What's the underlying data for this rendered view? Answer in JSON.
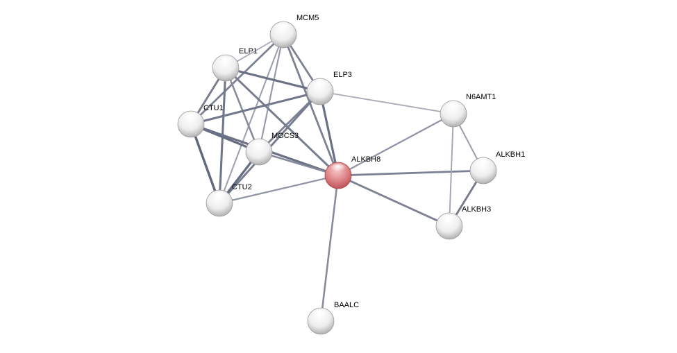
{
  "network": {
    "nodes": [
      {
        "id": "MCM5",
        "label": "MCM5",
        "color": "white"
      },
      {
        "id": "ELP1",
        "label": "ELP1",
        "color": "white"
      },
      {
        "id": "ELP3",
        "label": "ELP3",
        "color": "white"
      },
      {
        "id": "CTU1",
        "label": "CTU1",
        "color": "white"
      },
      {
        "id": "MOCS3",
        "label": "MOCS3",
        "color": "white"
      },
      {
        "id": "ALKBH8",
        "label": "ALKBH8",
        "color": "red"
      },
      {
        "id": "CTU2",
        "label": "CTU2",
        "color": "white"
      },
      {
        "id": "N6AMT1",
        "label": "N6AMT1",
        "color": "white"
      },
      {
        "id": "ALKBH1",
        "label": "ALKBH1",
        "color": "white"
      },
      {
        "id": "ALKBH3",
        "label": "ALKBH3",
        "color": "white"
      },
      {
        "id": "BAALC",
        "label": "BAALC",
        "color": "white"
      }
    ],
    "edges": [
      {
        "source": "MCM5",
        "target": "ELP1",
        "strength": 0.3
      },
      {
        "source": "MCM5",
        "target": "ELP3",
        "strength": 0.7
      },
      {
        "source": "MCM5",
        "target": "CTU1",
        "strength": 0.7
      },
      {
        "source": "MCM5",
        "target": "MOCS3",
        "strength": 0.45
      },
      {
        "source": "MCM5",
        "target": "CTU2",
        "strength": 0.4
      },
      {
        "source": "MCM5",
        "target": "ALKBH8",
        "strength": 0.7
      },
      {
        "source": "ELP1",
        "target": "ELP3",
        "strength": 0.85
      },
      {
        "source": "ELP1",
        "target": "CTU1",
        "strength": 0.75
      },
      {
        "source": "ELP1",
        "target": "MOCS3",
        "strength": 0.6
      },
      {
        "source": "ELP1",
        "target": "CTU2",
        "strength": 0.8
      },
      {
        "source": "ELP1",
        "target": "ALKBH8",
        "strength": 0.75
      },
      {
        "source": "ELP3",
        "target": "CTU1",
        "strength": 0.8
      },
      {
        "source": "ELP3",
        "target": "MOCS3",
        "strength": 0.7
      },
      {
        "source": "ELP3",
        "target": "CTU2",
        "strength": 0.75
      },
      {
        "source": "ELP3",
        "target": "ALKBH8",
        "strength": 0.85
      },
      {
        "source": "ELP3",
        "target": "N6AMT1",
        "strength": 0.3
      },
      {
        "source": "CTU1",
        "target": "MOCS3",
        "strength": 0.9
      },
      {
        "source": "CTU1",
        "target": "CTU2",
        "strength": 0.95
      },
      {
        "source": "CTU1",
        "target": "ALKBH8",
        "strength": 0.85
      },
      {
        "source": "MOCS3",
        "target": "CTU2",
        "strength": 0.9
      },
      {
        "source": "MOCS3",
        "target": "ALKBH8",
        "strength": 0.6
      },
      {
        "source": "CTU2",
        "target": "ALKBH8",
        "strength": 0.5
      },
      {
        "source": "ALKBH8",
        "target": "N6AMT1",
        "strength": 0.5
      },
      {
        "source": "ALKBH8",
        "target": "ALKBH1",
        "strength": 0.7
      },
      {
        "source": "ALKBH8",
        "target": "ALKBH3",
        "strength": 0.7
      },
      {
        "source": "ALKBH8",
        "target": "BAALC",
        "strength": 0.6
      },
      {
        "source": "N6AMT1",
        "target": "ALKBH1",
        "strength": 0.4
      },
      {
        "source": "N6AMT1",
        "target": "ALKBH3",
        "strength": 0.35
      },
      {
        "source": "ALKBH1",
        "target": "ALKBH3",
        "strength": 0.75
      }
    ],
    "colors": {
      "edge_strong": "#5c6378",
      "edge_weak": "#c6c8d2",
      "node_white_light": "#ffffff",
      "node_white_dark": "#a9a9a9",
      "node_red_light": "#f2b8b8",
      "node_red_dark": "#c7545a"
    }
  }
}
